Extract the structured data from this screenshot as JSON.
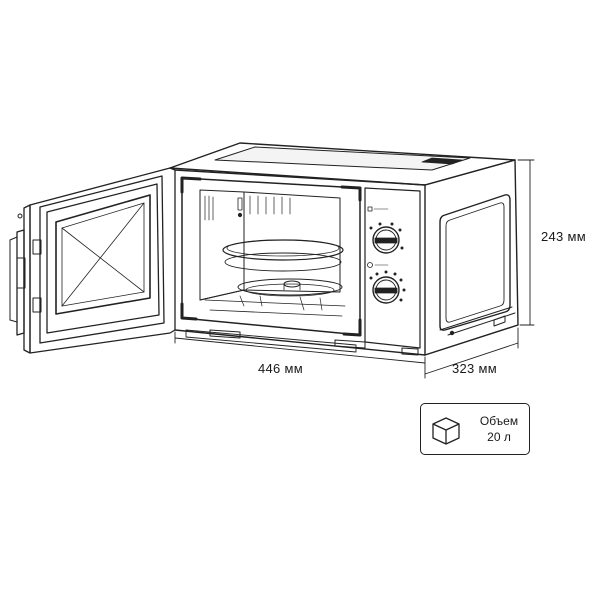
{
  "product": {
    "type_icon": "microwave-oven-line-drawing",
    "line_color": "#222222"
  },
  "dimensions": {
    "width_label": "446 мм",
    "depth_label": "323 мм",
    "height_label": "243 мм"
  },
  "volume_badge": {
    "icon": "cube-icon",
    "title": "Объем",
    "value": "20 л"
  }
}
